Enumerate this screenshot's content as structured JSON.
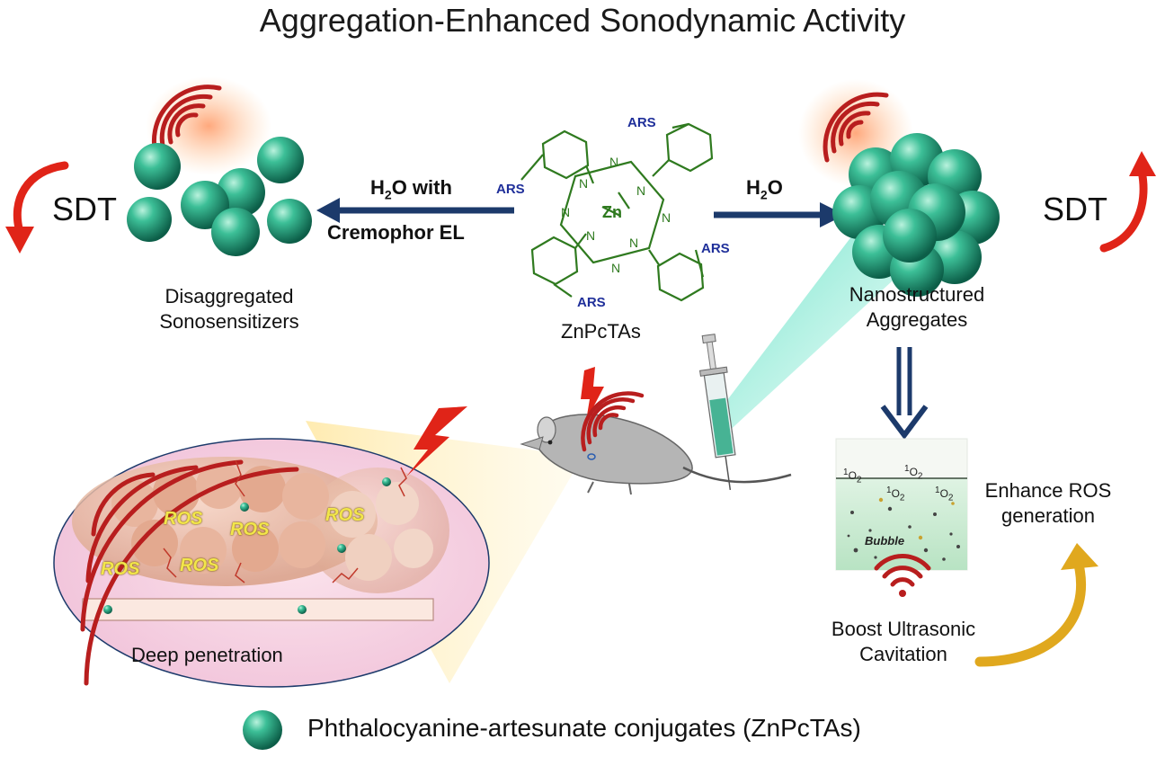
{
  "title": "Aggregation-Enhanced Sonodynamic Activity",
  "left_sdt": "SDT",
  "right_sdt": "SDT",
  "left_arrow_line1": "H",
  "left_arrow_line1_sub": "2",
  "left_arrow_line1_rest": "O with",
  "left_arrow_line2": "Cremophor EL",
  "right_arrow_label": "H",
  "right_arrow_label_sub": "2",
  "right_arrow_label_rest": "O",
  "disaggregated_line1": "Disaggregated",
  "disaggregated_line2": "Sonosensitizers",
  "aggregates_line1": "Nanostructured",
  "aggregates_line2": "Aggregates",
  "molecule": {
    "name": "ZnPcTAs",
    "metal": "Zn",
    "substituent": "ARS",
    "nitrogen": "N"
  },
  "ros_labels": [
    "ROS",
    "ROS",
    "ROS",
    "ROS",
    "ROS"
  ],
  "singlet_oxygen": {
    "superscript": "1",
    "label": "O",
    "subscript": "2"
  },
  "bubble_label": "Bubble",
  "enhance_line1": "Enhance ROS",
  "enhance_line2": "generation",
  "boost_line1": "Boost Ultrasonic",
  "boost_line2": "Cavitation",
  "deep_penetration": "Deep penetration",
  "legend_label": "Phthalocyanine-artesunate conjugates (ZnPcTAs)",
  "colors": {
    "sphere": "#1e9e7e",
    "arrow_blue": "#1c3a6b",
    "sdt_arrow": "#e02418",
    "wave": "#b81e1e",
    "molecule": "#2f7a1f",
    "ars": "#1f2f9a",
    "cycle_arrow": "#e0a81e"
  }
}
